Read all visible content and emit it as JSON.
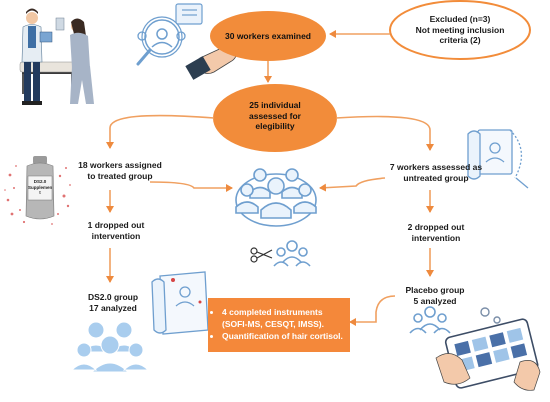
{
  "nodes": {
    "examined": "30 workers examined",
    "excluded": [
      "Excluded (n=3)",
      "Not meeting inclusion",
      "criteria (2)"
    ],
    "eligibility": [
      "25 individual",
      "assessed for",
      "elegibility"
    ],
    "treated": [
      "18 workers assigned",
      "to treated group"
    ],
    "untreated": [
      "7 workers assessed as",
      "untreated group"
    ],
    "dropped_left": [
      "1 dropped out",
      "intervention"
    ],
    "dropped_right": [
      "2 dropped out",
      "intervention"
    ],
    "ds_group": [
      "DS2.0 group",
      "17 analyzed"
    ],
    "placebo_group": [
      "Placebo group",
      "5 analyzed"
    ],
    "instruments": [
      "4    completed  instruments (SOFI-MS, CESQT, IMSS).",
      "Quantification of hair cortisol."
    ]
  },
  "bottle_label": [
    "DS2.0",
    "Supplemen",
    "t"
  ],
  "colors": {
    "accent": "#f28c3a",
    "arrow": "#f0a060",
    "people": "#9fc4e8",
    "people_stroke": "#5b8fc7",
    "info_box": "#f4883a"
  },
  "icons": [
    "doctor-patient-icon",
    "profile-search-icon",
    "hand-icon",
    "scissors-icon",
    "group-people-icon",
    "supplement-bottle-icon",
    "certificate-icon",
    "tablet-hands-icon"
  ]
}
